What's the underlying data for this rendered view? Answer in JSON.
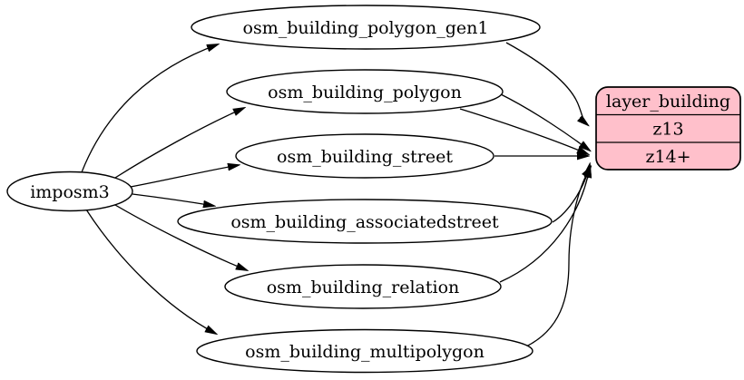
{
  "diagram": {
    "background_color": "#ffffff",
    "edge_color": "#000000",
    "table_node_fill": "#ffffff",
    "source": {
      "label": "imposm3"
    },
    "tables": [
      {
        "label": "osm_building_polygon_gen1"
      },
      {
        "label": "osm_building_polygon"
      },
      {
        "label": "osm_building_street"
      },
      {
        "label": "osm_building_associatedstreet"
      },
      {
        "label": "osm_building_relation"
      },
      {
        "label": "osm_building_multipolygon"
      }
    ],
    "layer": {
      "title": "layer_building",
      "fill": "#ffc0cb",
      "stroke": "#000000",
      "rows": [
        {
          "label": "z13"
        },
        {
          "label": "z14+"
        }
      ]
    },
    "edges": [
      {
        "from": "imposm3",
        "to": "osm_building_polygon_gen1"
      },
      {
        "from": "imposm3",
        "to": "osm_building_polygon"
      },
      {
        "from": "imposm3",
        "to": "osm_building_street"
      },
      {
        "from": "imposm3",
        "to": "osm_building_associatedstreet"
      },
      {
        "from": "imposm3",
        "to": "osm_building_relation"
      },
      {
        "from": "imposm3",
        "to": "osm_building_multipolygon"
      },
      {
        "from": "osm_building_polygon_gen1",
        "to": "layer_building:z13"
      },
      {
        "from": "osm_building_polygon",
        "to": "layer_building:z14+"
      },
      {
        "from": "osm_building_street",
        "to": "layer_building:z14+"
      },
      {
        "from": "osm_building_associatedstreet",
        "to": "layer_building:z14+"
      },
      {
        "from": "osm_building_relation",
        "to": "layer_building:z14+"
      },
      {
        "from": "osm_building_multipolygon",
        "to": "layer_building:z14+"
      }
    ]
  }
}
